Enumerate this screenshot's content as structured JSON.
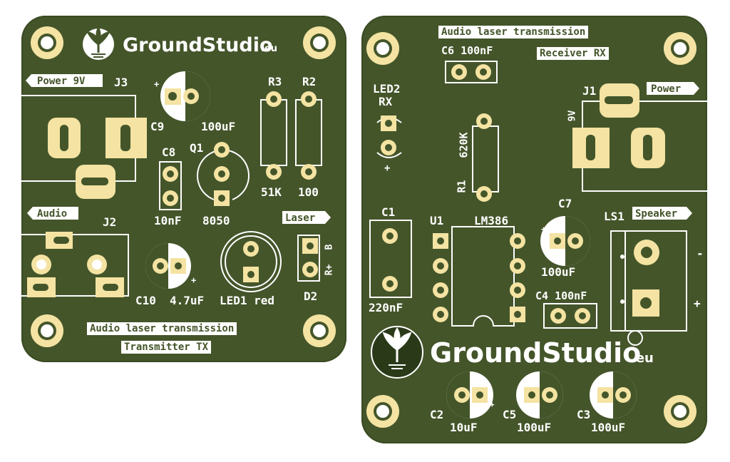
{
  "colors": {
    "board": "#44552a",
    "pad": "#f4e3a2",
    "silkscreen": "#ffffff"
  },
  "transmitter": {
    "logo_text": "GroundStudio",
    "logo_suffix": ".eu",
    "power_label": "Power 9V",
    "audio_label": "Audio",
    "laser_label": "Laser",
    "title_line1": "Audio laser transmission",
    "title_line2": "Transmitter TX",
    "refs": {
      "j3": "J3",
      "c9": "C9",
      "c9_value": "100uF",
      "c8": "C8",
      "c8_value": "10nF",
      "q1": "Q1",
      "q1_value": "8050",
      "r3": "R3",
      "r3_value": "51K",
      "r2": "R2",
      "r2_value": "100",
      "j2": "J2",
      "c10": "C10",
      "c10_value": "4.7uF",
      "led1": "LED1 red",
      "d2": "D2",
      "b_pin": "B",
      "r_pin": "R+",
      "plus": "+"
    }
  },
  "receiver": {
    "title_line1": "Audio laser transmission",
    "title_line2": "Receiver RX",
    "power_label": "Power",
    "speaker_label": "Speaker",
    "logo_text": "GroundStudio",
    "logo_suffix": ".eu",
    "refs": {
      "c6": "C6 100nF",
      "led2": "LED2",
      "rx": "RX",
      "r1": "R1",
      "r1_value": "620K",
      "j1": "J1",
      "j1_value": "9V",
      "c1": "C1",
      "c1_value": "220nF",
      "u1": "U1",
      "u1_value": "LM386",
      "c7": "C7",
      "c7_value": "100uF",
      "ls1": "LS1",
      "c4": "C4 100nF",
      "c2": "C2",
      "c2_value": "10uF",
      "c5": "C5",
      "c5_value": "100uF",
      "c3": "C3",
      "c3_value": "100uF",
      "plus": "+",
      "minus": "-"
    }
  }
}
